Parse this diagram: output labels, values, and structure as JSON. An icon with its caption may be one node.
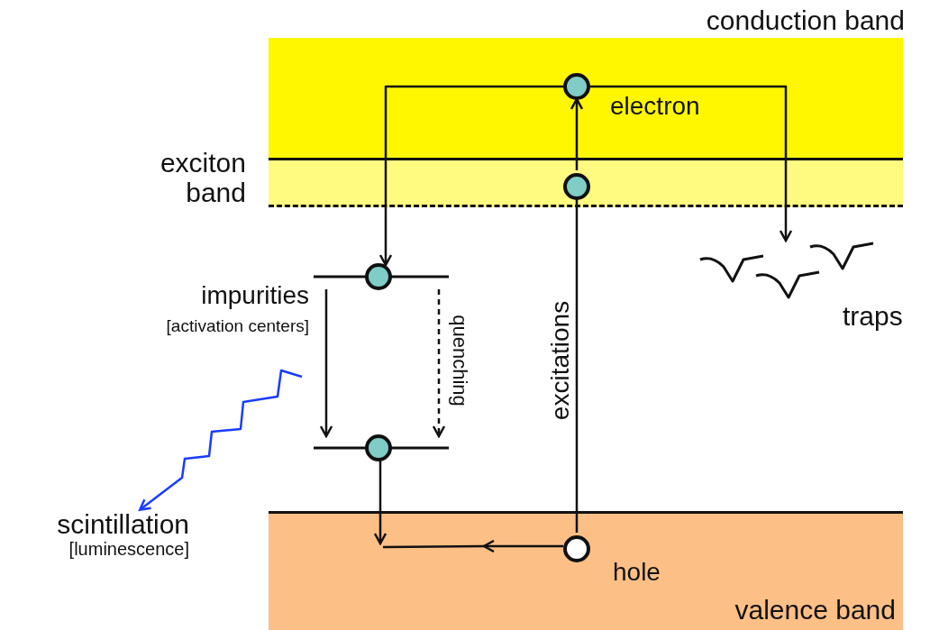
{
  "diagram": {
    "nodes": [
      {
        "text": [
          "conduction band"
        ]
      },
      {
        "text": [
          "exciton band"
        ]
      },
      {
        "text": [
          "valence band"
        ]
      },
      {
        "text": [],
        "shape": "circle",
        "in": 0,
        "beside": [
          "electron"
        ]
      },
      {
        "text": [],
        "shape": "circle",
        "in": 1
      },
      {
        "text": [],
        "shape": "circle",
        "in": 2,
        "beside": [
          "hole"
        ]
      },
      {
        "text": [],
        "shape": "circle"
      },
      {
        "text": [],
        "shape": "circle"
      },
      {
        "text": [],
        "shape": "picture",
        "beside": [
          "traps"
        ]
      },
      {
        "text": [
          "scintillation",
          "[luminescence]"
        ]
      }
    ],
    "edges": [
      {
        "from": 3,
        "to": 6,
        "arrow": "to"
      },
      {
        "from": 3,
        "to": 8,
        "arrow": "to"
      },
      {
        "from": 4,
        "to": 3,
        "arrow": "to"
      },
      {
        "from": 5,
        "to": 4,
        "arrow": "none",
        "label": "excitations"
      },
      {
        "from": 6,
        "to": 7,
        "arrow": "to"
      },
      {
        "from": 6,
        "to": 7,
        "arrow": "to",
        "style": "dashed",
        "label": "quenching"
      },
      {
        "from": 7,
        "to": null,
        "arrow": "to"
      },
      {
        "from": 5,
        "to": null,
        "arrow": "to"
      },
      {
        "from": null,
        "to": 9,
        "arrow": "to",
        "color": "#1a3cff"
      }
    ],
    "labels": [
      "impurities",
      "[activation centers]"
    ]
  }
}
